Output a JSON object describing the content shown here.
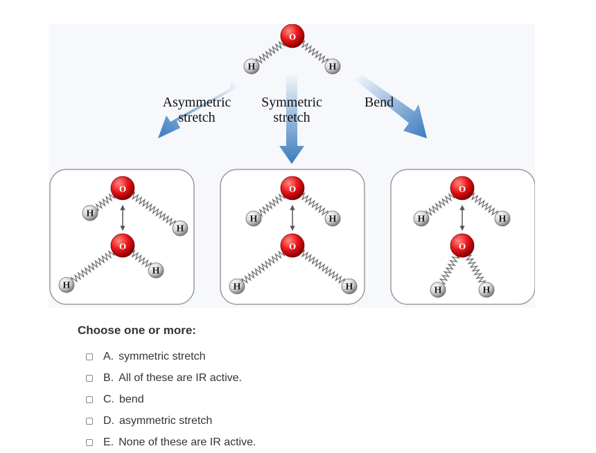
{
  "figure": {
    "atoms": {
      "oxygen": "O",
      "hydrogen": "H"
    },
    "modes": [
      {
        "line1": "Asymmetric",
        "line2": "stretch"
      },
      {
        "line1": "Symmetric",
        "line2": "stretch"
      },
      {
        "line1": "Bend",
        "line2": ""
      }
    ],
    "colors": {
      "oxygen": "#e8141b",
      "hydrogen": "#d2d2d2",
      "arrow": "#3b7bbf",
      "panel_border": "#9a9a9a"
    }
  },
  "question": {
    "prompt": "Choose one or more:",
    "options": [
      {
        "letter": "A.",
        "text": "symmetric stretch",
        "checked": false
      },
      {
        "letter": "B.",
        "text": "All of these are IR active.",
        "checked": false
      },
      {
        "letter": "C.",
        "text": "bend",
        "checked": false
      },
      {
        "letter": "D.",
        "text": "asymmetric stretch",
        "checked": false
      },
      {
        "letter": "E.",
        "text": "None of these are IR active.",
        "checked": false
      }
    ]
  }
}
